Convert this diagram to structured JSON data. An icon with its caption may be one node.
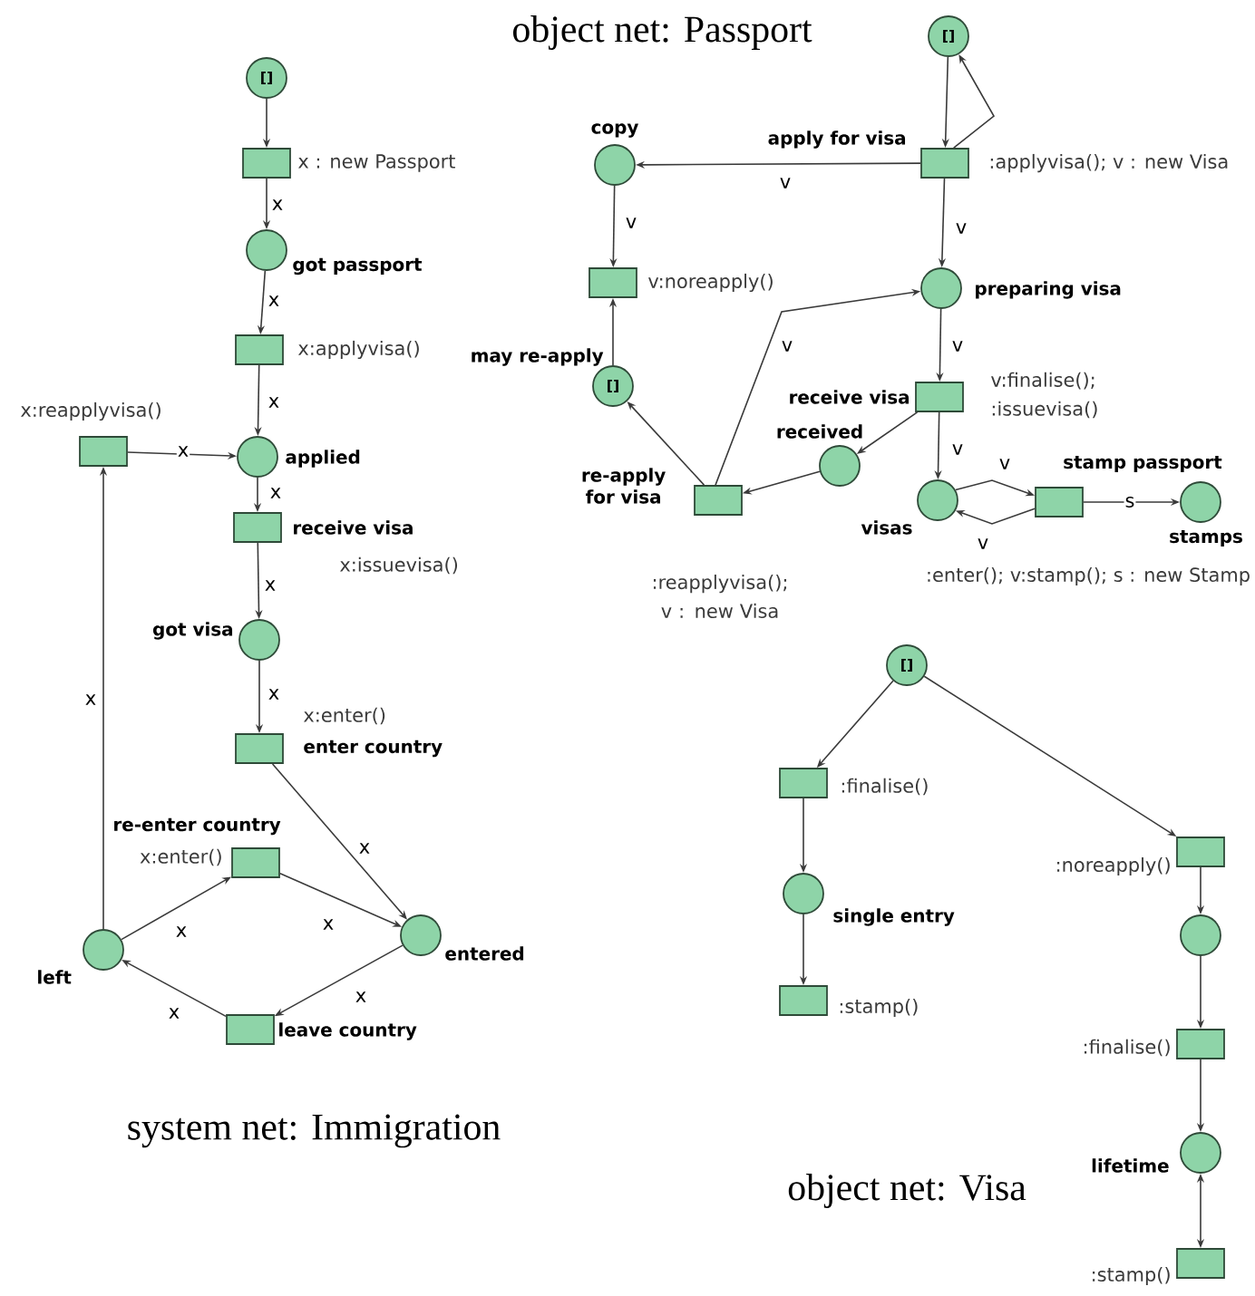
{
  "diagram": {
    "nodes": [
      {
        "text": [
          "[]"
        ]
      },
      {
        "text": [],
        "shape": "box",
        "beside": [
          "x : new Passport"
        ]
      },
      {
        "text": [],
        "shape": "circle",
        "beside": [
          "got passport"
        ]
      },
      {
        "text": [],
        "shape": "box",
        "beside": [
          "x:applyvisa()"
        ]
      },
      {
        "text": [],
        "shape": "circle",
        "beside": [
          "applied"
        ]
      },
      {
        "text": [],
        "shape": "box",
        "beside": [
          "x:reapplyvisa()"
        ]
      },
      {
        "text": [],
        "shape": "box",
        "beside": [
          "receive visa",
          "x:issuevisa()"
        ]
      },
      {
        "text": [],
        "shape": "circle",
        "beside": [
          "got visa"
        ]
      },
      {
        "text": [],
        "shape": "box",
        "beside": [
          "x:enter()",
          "enter country"
        ]
      },
      {
        "text": [],
        "shape": "box",
        "beside": [
          "re-enter country",
          "x:enter()"
        ]
      },
      {
        "text": [],
        "shape": "circle",
        "beside": [
          "left"
        ]
      },
      {
        "text": [],
        "shape": "circle",
        "beside": [
          "entered"
        ]
      },
      {
        "text": [],
        "shape": "box",
        "beside": [
          "leave country"
        ]
      },
      {
        "text": [
          "[]"
        ]
      },
      {
        "text": [],
        "shape": "box",
        "beside": [
          "apply for visa",
          ":applyvisa(); v : new Visa"
        ]
      },
      {
        "text": [],
        "shape": "circle",
        "beside": [
          "copy"
        ]
      },
      {
        "text": [],
        "shape": "box",
        "beside": [
          "v:noreapply()"
        ]
      },
      {
        "text": [
          "[]"
        ],
        "beside": [
          "may re-apply"
        ]
      },
      {
        "text": [],
        "shape": "circle",
        "beside": [
          "preparing visa"
        ]
      },
      {
        "text": [],
        "shape": "box",
        "beside": [
          "receive visa",
          "v:finalise(); :issuevisa()"
        ]
      },
      {
        "text": [],
        "shape": "circle",
        "beside": [
          "received"
        ]
      },
      {
        "text": [],
        "shape": "box",
        "beside": [
          "re-apply for visa",
          ":reapplyvisa(); v : new Visa"
        ]
      },
      {
        "text": [],
        "shape": "circle",
        "beside": [
          "visas"
        ]
      },
      {
        "text": [],
        "shape": "box",
        "beside": [
          "stamp passport",
          ":enter(); v:stamp(); s : new Stamp"
        ]
      },
      {
        "text": [],
        "shape": "circle",
        "beside": [
          "stamps"
        ]
      },
      {
        "text": [
          "[]"
        ]
      },
      {
        "text": [],
        "shape": "box",
        "beside": [
          ":finalise()"
        ]
      },
      {
        "text": [],
        "shape": "circle",
        "beside": [
          "single entry"
        ]
      },
      {
        "text": [],
        "shape": "box",
        "beside": [
          ":stamp()"
        ]
      },
      {
        "text": [],
        "shape": "box",
        "beside": [
          ":noreapply()"
        ]
      },
      {
        "text": [],
        "shape": "circle"
      },
      {
        "text": [],
        "shape": "box",
        "beside": [
          ":finalise()"
        ]
      },
      {
        "text": [],
        "shape": "circle",
        "beside": [
          "lifetime"
        ]
      },
      {
        "text": [],
        "shape": "box",
        "beside": [
          ":stamp()"
        ]
      }
    ],
    "edges": [
      {
        "from": 0,
        "to": 1,
        "arrow": "to"
      },
      {
        "from": 1,
        "to": 2,
        "arrow": "to",
        "label": "x"
      },
      {
        "from": 2,
        "to": 3,
        "arrow": "to",
        "label": "x"
      },
      {
        "from": 3,
        "to": 4,
        "arrow": "to",
        "label": "x"
      },
      {
        "from": 5,
        "to": 4,
        "arrow": "to",
        "label": "x"
      },
      {
        "from": 4,
        "to": 6,
        "arrow": "to",
        "label": "x"
      },
      {
        "from": 6,
        "to": 7,
        "arrow": "to",
        "label": "x"
      },
      {
        "from": 7,
        "to": 8,
        "arrow": "to",
        "label": "x"
      },
      {
        "from": 8,
        "to": 11,
        "arrow": "to",
        "label": "x"
      },
      {
        "from": 10,
        "to": 9,
        "arrow": "to",
        "label": "x"
      },
      {
        "from": 9,
        "to": 11,
        "arrow": "to",
        "label": "x"
      },
      {
        "from": 11,
        "to": 12,
        "arrow": "to",
        "label": "x"
      },
      {
        "from": 12,
        "to": 10,
        "arrow": "to",
        "label": "x"
      },
      {
        "from": 10,
        "to": 5,
        "arrow": "to",
        "label": "x"
      },
      {
        "from": 13,
        "to": 14,
        "arrow": "to"
      },
      {
        "from": 14,
        "to": 13,
        "arrow": "to"
      },
      {
        "from": 14,
        "to": 15,
        "arrow": "to",
        "label": "v"
      },
      {
        "from": 15,
        "to": 16,
        "arrow": "to",
        "label": "v"
      },
      {
        "from": 17,
        "to": 16,
        "arrow": "to"
      },
      {
        "from": 14,
        "to": 18,
        "arrow": "to",
        "label": "v"
      },
      {
        "from": 18,
        "to": 19,
        "arrow": "to",
        "label": "v"
      },
      {
        "from": 19,
        "to": 20,
        "arrow": "to"
      },
      {
        "from": 20,
        "to": 21,
        "arrow": "to"
      },
      {
        "from": 21,
        "to": 17,
        "arrow": "to"
      },
      {
        "from": 21,
        "to": 18,
        "arrow": "to",
        "label": "v"
      },
      {
        "from": 19,
        "to": 22,
        "arrow": "to",
        "label": "v"
      },
      {
        "from": 22,
        "to": 23,
        "arrow": "to",
        "label": "v"
      },
      {
        "from": 23,
        "to": 22,
        "arrow": "to",
        "label": "v"
      },
      {
        "from": 23,
        "to": 24,
        "arrow": "to",
        "label": "s"
      },
      {
        "from": 25,
        "to": 26,
        "arrow": "to"
      },
      {
        "from": 26,
        "to": 27,
        "arrow": "to"
      },
      {
        "from": 27,
        "to": 28,
        "arrow": "to"
      },
      {
        "from": 25,
        "to": 29,
        "arrow": "to"
      },
      {
        "from": 29,
        "to": 30,
        "arrow": "to"
      },
      {
        "from": 30,
        "to": 31,
        "arrow": "to"
      },
      {
        "from": 31,
        "to": 32,
        "arrow": "to"
      },
      {
        "from": 32,
        "to": 33,
        "arrow": "both"
      }
    ],
    "labels": [
      "object net: Passport",
      "system net: Immigration",
      "object net: Visa"
    ]
  }
}
